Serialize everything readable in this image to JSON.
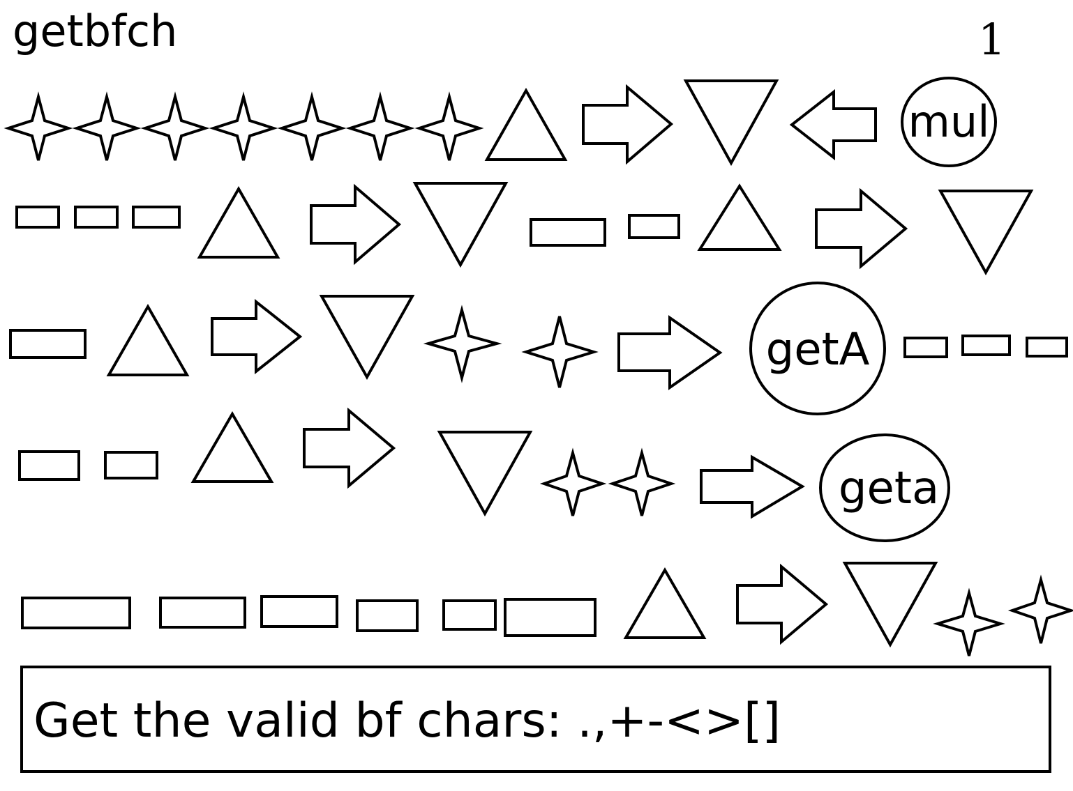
{
  "title": "getbfch",
  "page_number": "1",
  "calls": {
    "mul": "mul",
    "getA": "getA",
    "geta": "geta"
  },
  "caption": "Get the valid bf chars: .,+-<>[]",
  "colors": {
    "stroke": "#000000",
    "fill": "#ffffff",
    "background": "#ffffff"
  }
}
